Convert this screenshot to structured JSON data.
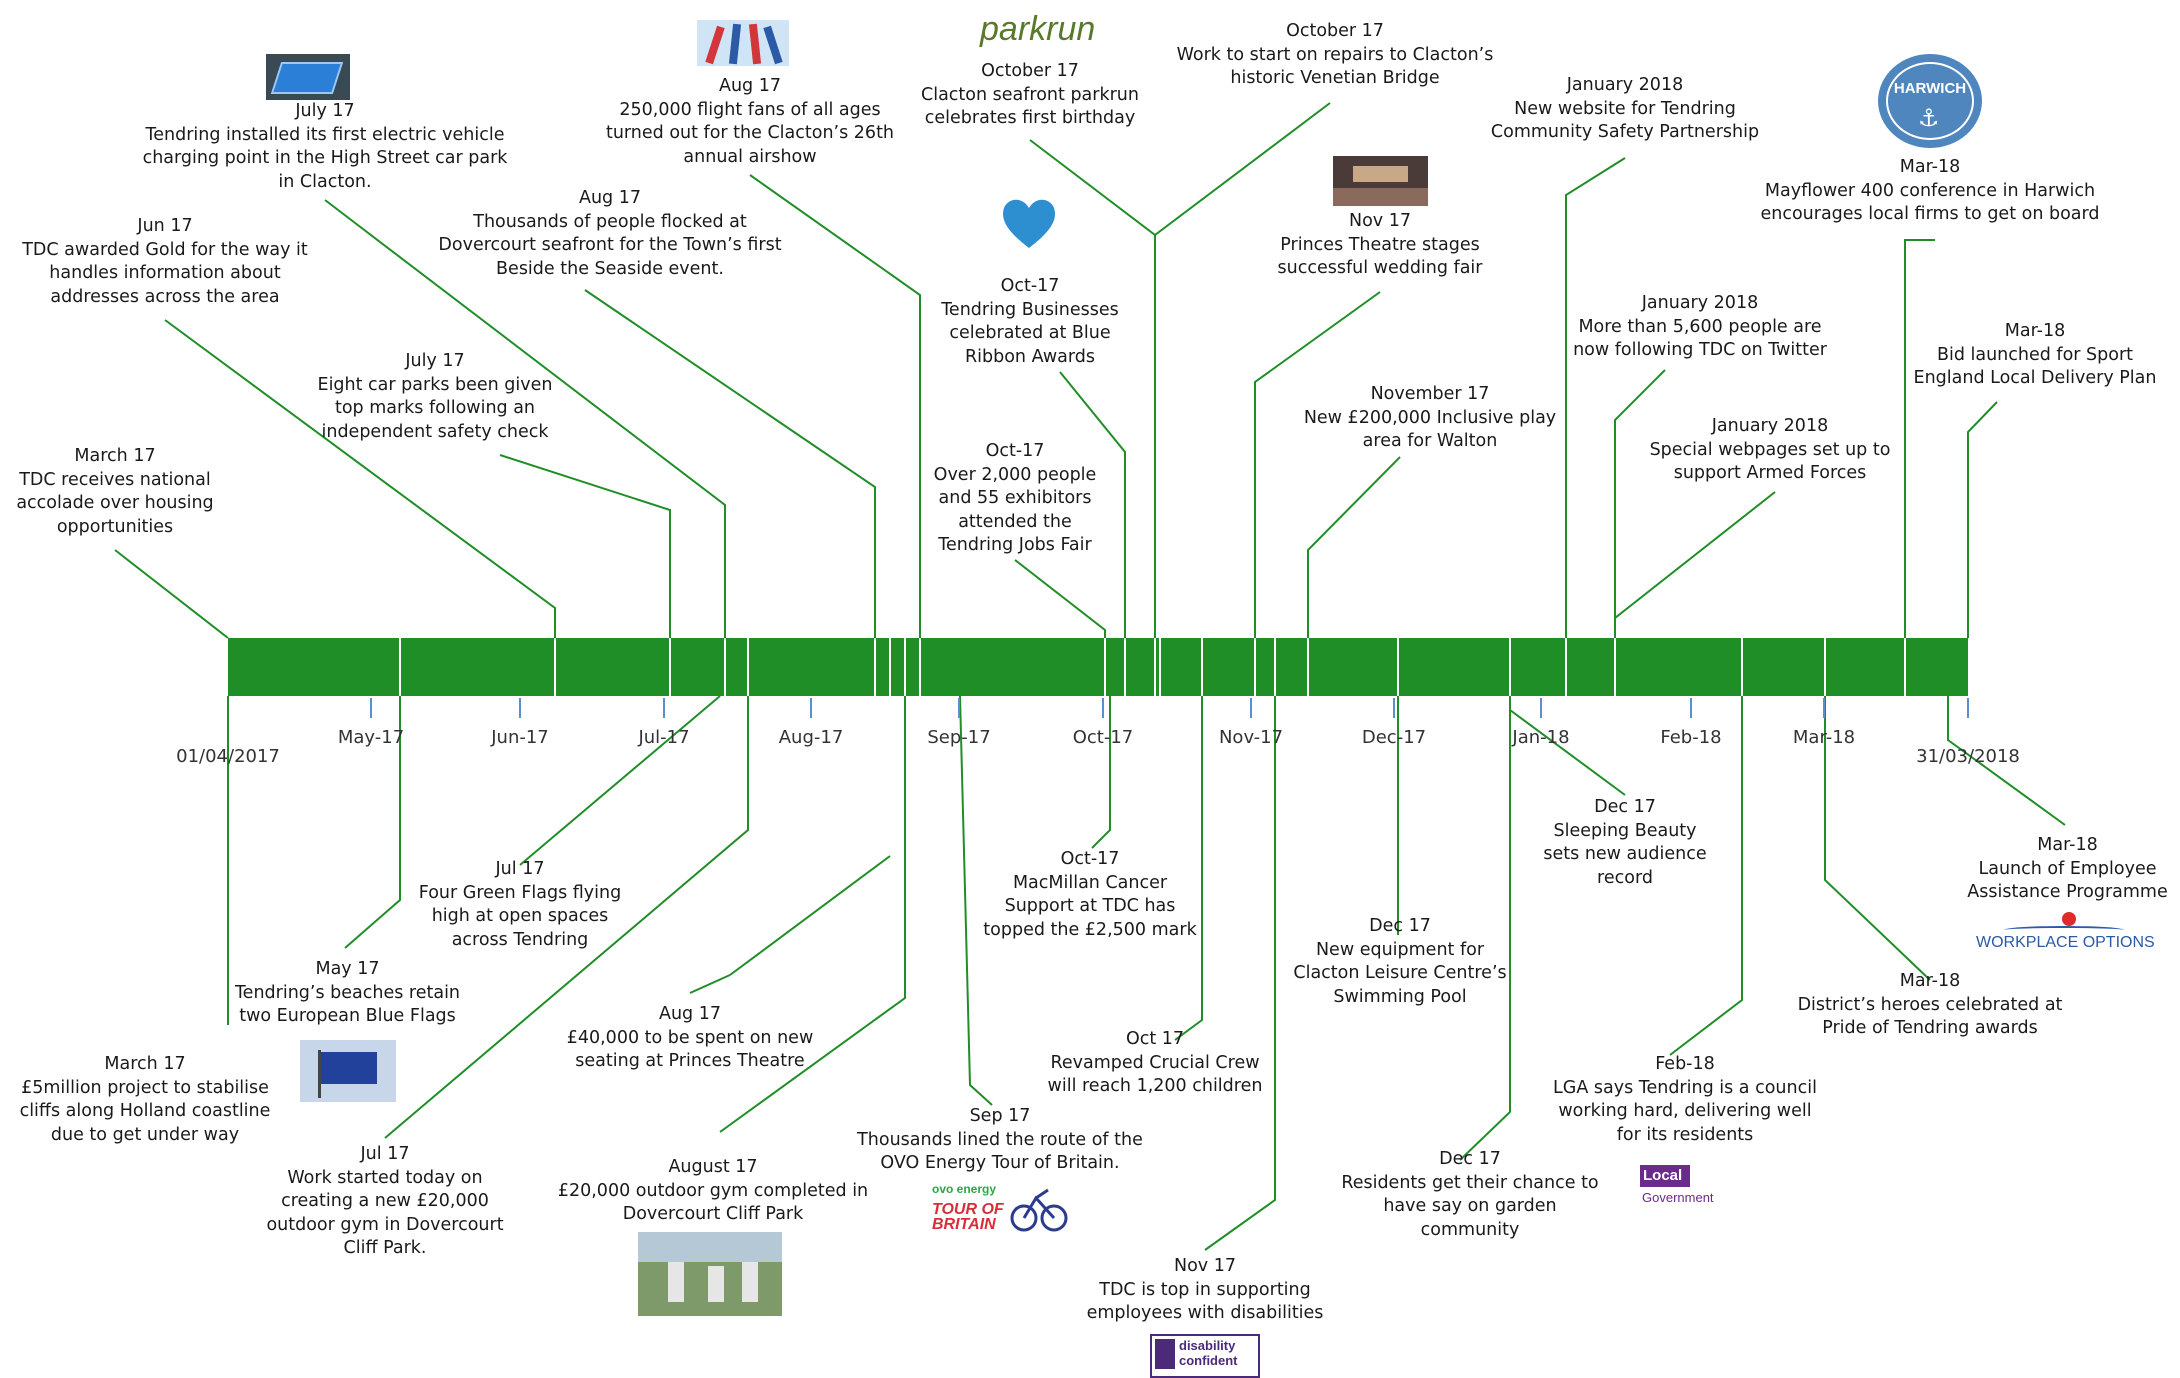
{
  "axis": {
    "start_label": "01/04/2017",
    "end_label": "31/03/2018",
    "months": [
      "May-17",
      "Jun-17",
      "Jul-17",
      "Aug-17",
      "Sep-17",
      "Oct-17",
      "Nov-17",
      "Dec-17",
      "Jan-18",
      "Feb-18",
      "Mar-18"
    ]
  },
  "events_top": [
    {
      "date": "March 17",
      "text": "TDC receives national accolade over housing opportunities"
    },
    {
      "date": "Jun 17",
      "text": "TDC awarded Gold for the way it handles information about addresses across the area"
    },
    {
      "date": "July 17",
      "text": "Tendring installed its first electric vehicle charging point in the High Street car park in Clacton."
    },
    {
      "date": "July 17",
      "text": "Eight car parks been given top marks following an independent safety check"
    },
    {
      "date": "Aug 17",
      "text": "Thousands of people flocked at Dovercourt seafront for the Town’s first Beside the Seaside event."
    },
    {
      "date": "Aug 17",
      "text": "250,000 flight fans of all ages turned out for the Clacton’s 26th annual airshow"
    },
    {
      "date": "October 17",
      "text": "Clacton seafront parkrun celebrates first birthday"
    },
    {
      "date": "Oct-17",
      "text": "Tendring Businesses celebrated at Blue Ribbon Awards"
    },
    {
      "date": "Oct-17",
      "text": "Over 2,000 people and 55 exhibitors attended the Tendring Jobs Fair"
    },
    {
      "date": "October 17",
      "text": "Work to start on repairs to Clacton’s historic Venetian Bridge"
    },
    {
      "date": "Nov 17",
      "text": "Princes Theatre stages successful wedding fair"
    },
    {
      "date": "November 17",
      "text": "New £200,000 Inclusive play area for Walton"
    },
    {
      "date": "January 2018",
      "text": "New website for Tendring Community Safety Partnership"
    },
    {
      "date": "January 2018",
      "text": "More than 5,600 people are now following TDC on Twitter"
    },
    {
      "date": "January 2018",
      "text": "Special webpages set up to support Armed Forces"
    },
    {
      "date": "Mar-18",
      "text": "Mayflower 400 conference in Harwich encourages local firms to get on board"
    },
    {
      "date": "Mar-18",
      "text": "Bid launched for Sport England Local Delivery Plan"
    }
  ],
  "events_bottom": [
    {
      "date": "Jul 17",
      "text": "Four Green Flags flying high at open spaces across Tendring"
    },
    {
      "date": "May 17",
      "text": "Tendring’s beaches retain two European Blue Flags"
    },
    {
      "date": "March 17",
      "text": "£5million project to stabilise cliffs along Holland coastline due to get under way"
    },
    {
      "date": "Jul 17",
      "text": "Work started today on creating a new £20,000 outdoor gym in Dovercourt Cliff Park."
    },
    {
      "date": "Aug 17",
      "text": "£40,000 to be spent on new seating at Princes Theatre"
    },
    {
      "date": "August 17",
      "text": "£20,000 outdoor gym completed in Dovercourt Cliff Park"
    },
    {
      "date": "Sep 17",
      "text": "Thousands lined the route of the OVO Energy Tour of Britain."
    },
    {
      "date": "Oct-17",
      "text": "MacMillan Cancer Support at TDC has topped the £2,500 mark"
    },
    {
      "date": "Oct 17",
      "text": "Revamped Crucial Crew will reach 1,200 children"
    },
    {
      "date": "Nov 17",
      "text": "TDC is top in supporting employees with disabilities"
    },
    {
      "date": "Dec 17",
      "text": "New equipment for Clacton Leisure Centre’s Swimming Pool"
    },
    {
      "date": "Dec 17",
      "text": "Residents get their chance to have say on garden community"
    },
    {
      "date": "Dec 17",
      "text": "Sleeping Beauty sets new audience record"
    },
    {
      "date": "Feb-18",
      "text": "LGA says Tendring is a council working hard, delivering well for its residents"
    },
    {
      "date": "Mar-18",
      "text": "District’s heroes celebrated at Pride of Tendring awards"
    },
    {
      "date": "Mar-18",
      "text": "Launch of Employee Assistance Programme"
    }
  ],
  "logos": {
    "parkrun": "parkrun",
    "harwich": "HARWICH",
    "local_gov_1": "Local",
    "local_gov_2": "Government",
    "workplace": "WORKPLACE OPTIONS",
    "tour_1": "TOUR OF",
    "tour_2": "BRITAIN",
    "ovo": "ovo energy",
    "disability": "disability confident"
  },
  "colors": {
    "band": "#1f8e27",
    "line": "#1f8e27",
    "tick": "#5b8fd0"
  }
}
